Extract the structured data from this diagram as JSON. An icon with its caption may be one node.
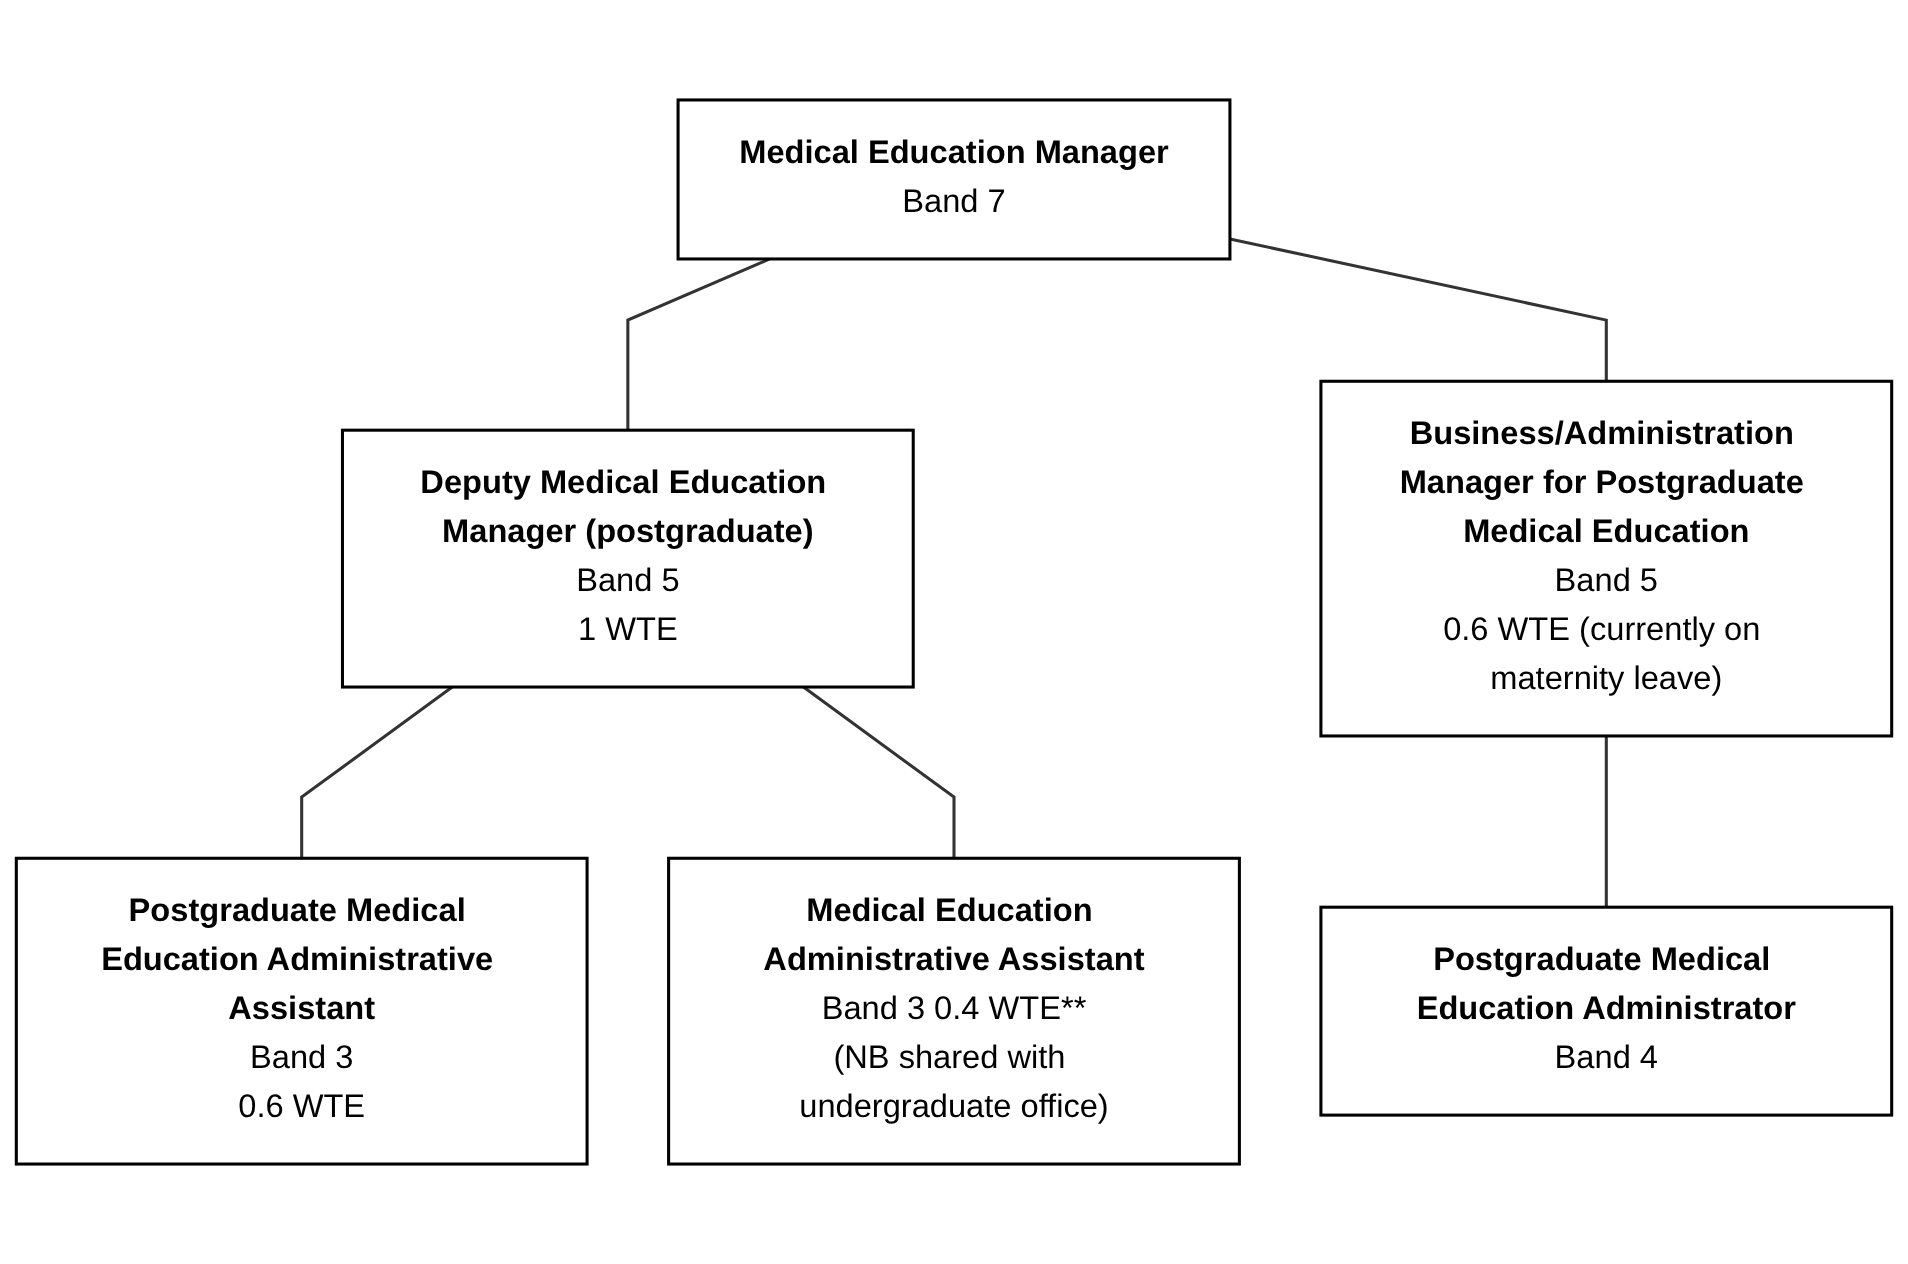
{
  "diagram": {
    "nodes": [
      {
        "text": [
          "Medical Education Manager",
          "Band 7"
        ]
      },
      {
        "text": [
          "Deputy Medical Education Manager (postgraduate)",
          "Band 5",
          "1 WTE"
        ]
      },
      {
        "text": [
          "Business/Administration Manager for Postgraduate Medical Education",
          "Band 5",
          "0.6 WTE (currently on maternity leave)"
        ]
      },
      {
        "text": [
          "Postgraduate Medical Education Administrative Assistant",
          "Band 3",
          "0.6 WTE"
        ]
      },
      {
        "text": [
          "Medical Education Administrative Assistant",
          "Band 3 0.4 WTE**",
          "(NB shared with undergraduate office)"
        ]
      },
      {
        "text": [
          "Postgraduate Medical Education Administrator",
          "Band 4"
        ]
      }
    ],
    "edges": [
      {
        "from": 0,
        "to": 1,
        "arrow": "none"
      },
      {
        "from": 0,
        "to": 2,
        "arrow": "none"
      },
      {
        "from": 1,
        "to": 3,
        "arrow": "none"
      },
      {
        "from": 1,
        "to": 4,
        "arrow": "none"
      },
      {
        "from": 2,
        "to": 5,
        "arrow": "none"
      }
    ]
  }
}
